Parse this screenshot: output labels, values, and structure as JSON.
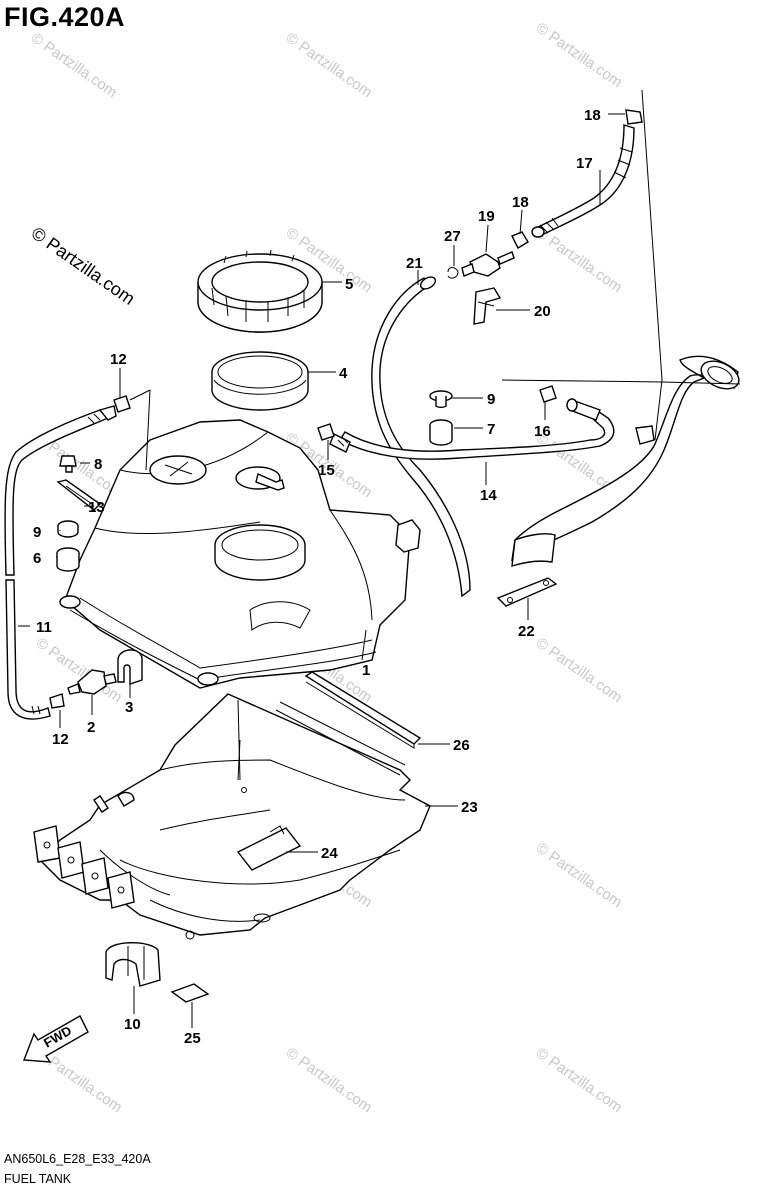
{
  "figure": {
    "title": "FIG.420A",
    "footer_code": "AN650L6_E28_E33_420A",
    "footer_name": "FUEL TANK",
    "fwd_label": "FWD",
    "watermark": "© Partzilla.com"
  },
  "callouts": [
    {
      "id": "c1",
      "label": "1"
    },
    {
      "id": "c2",
      "label": "2"
    },
    {
      "id": "c3",
      "label": "3"
    },
    {
      "id": "c4",
      "label": "4"
    },
    {
      "id": "c5",
      "label": "5"
    },
    {
      "id": "c6",
      "label": "6"
    },
    {
      "id": "c7",
      "label": "7"
    },
    {
      "id": "c8",
      "label": "8"
    },
    {
      "id": "c9a",
      "label": "9"
    },
    {
      "id": "c9b",
      "label": "9"
    },
    {
      "id": "c10",
      "label": "10"
    },
    {
      "id": "c11",
      "label": "11"
    },
    {
      "id": "c12a",
      "label": "12"
    },
    {
      "id": "c12b",
      "label": "12"
    },
    {
      "id": "c13",
      "label": "13"
    },
    {
      "id": "c14",
      "label": "14"
    },
    {
      "id": "c15",
      "label": "15"
    },
    {
      "id": "c16",
      "label": "16"
    },
    {
      "id": "c17",
      "label": "17"
    },
    {
      "id": "c18a",
      "label": "18"
    },
    {
      "id": "c18b",
      "label": "18"
    },
    {
      "id": "c19",
      "label": "19"
    },
    {
      "id": "c20",
      "label": "20"
    },
    {
      "id": "c21",
      "label": "21"
    },
    {
      "id": "c22",
      "label": "22"
    },
    {
      "id": "c23",
      "label": "23"
    },
    {
      "id": "c24",
      "label": "24"
    },
    {
      "id": "c25",
      "label": "25"
    },
    {
      "id": "c26",
      "label": "26"
    },
    {
      "id": "c27",
      "label": "27"
    }
  ]
}
